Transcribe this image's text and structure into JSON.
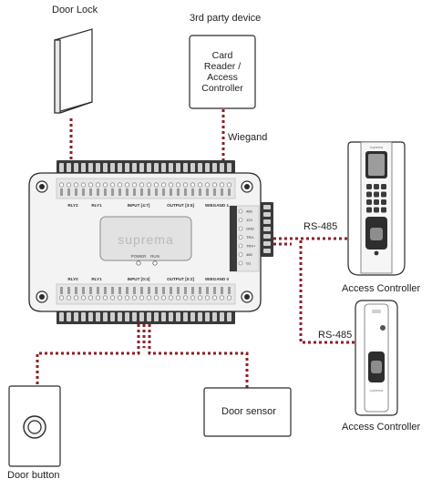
{
  "labels": {
    "door_lock": "Door Lock",
    "third_party": "3rd party device",
    "card_reader_lines": [
      "Card",
      "Reader /",
      "Access",
      "Controller"
    ],
    "wiegand": "Wiegand",
    "rs485_top": "RS-485",
    "rs485_bottom": "RS-485",
    "access_controller_top": "Access Controller",
    "access_controller_bottom": "Access Controller",
    "door_sensor": "Door sensor",
    "door_button": "Door button"
  },
  "board": {
    "brand": "suprema",
    "power": "POWER",
    "run": "RUN",
    "top_sections": [
      "RLY2",
      "RLY1",
      "INPUT [4:7]",
      "OUTPUT [3:5]",
      "WIEGAND 1"
    ],
    "bottom_sections": [
      "RLY0",
      "RLY1",
      "INPUT [0:3]",
      "OUTPUT [0:2]",
      "WIEGAND 0"
    ],
    "side_labels": [
      "485",
      "12V",
      "GND",
      "TRX-",
      "TRX+",
      "485",
      "G1"
    ]
  },
  "device_brand": "suprema",
  "colors": {
    "wire": "#8e1f27",
    "outline": "#2b2b2b",
    "board_fill": "#f3f3f3",
    "terminal": "#3a3a3a"
  }
}
